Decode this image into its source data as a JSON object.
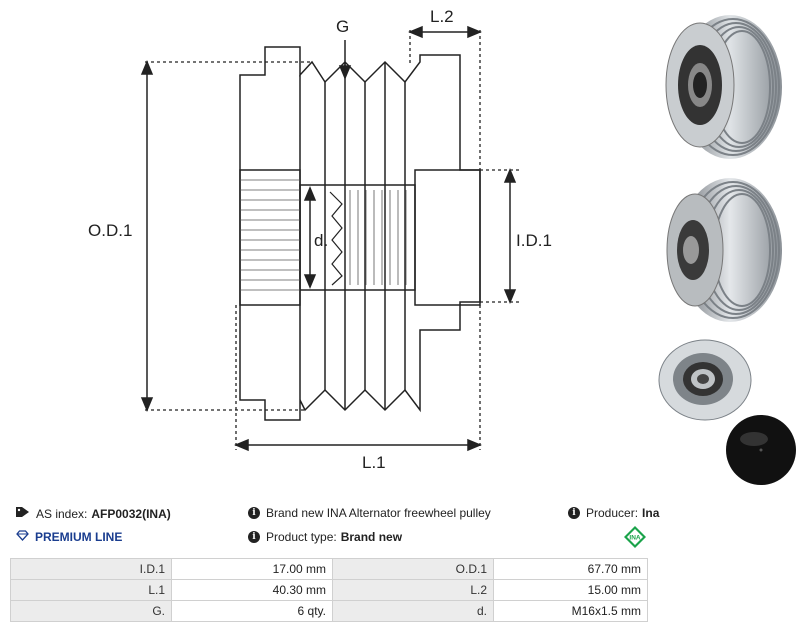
{
  "drawing": {
    "labels": {
      "G": "G",
      "L2": "L.2",
      "OD1": "O.D.1",
      "d": "d.",
      "ID1": "I.D.1",
      "L1": "L.1"
    }
  },
  "info": {
    "as_index_label": "AS index:",
    "as_index_value": "AFP0032(INA)",
    "description": "Brand new INA Alternator freewheel pulley",
    "producer_label": "Producer:",
    "producer_value": "Ina",
    "premium": "PREMIUM LINE",
    "product_type_label": "Product type:",
    "product_type_value": "Brand new",
    "brand_logo_text": "INA"
  },
  "specs": [
    {
      "k1": "I.D.1",
      "v1": "17.00 mm",
      "k2": "O.D.1",
      "v2": "67.70 mm"
    },
    {
      "k1": "L.1",
      "v1": "40.30 mm",
      "k2": "L.2",
      "v2": "15.00 mm"
    },
    {
      "k1": "G.",
      "v1": "6 qty.",
      "k2": "d.",
      "v2": "M16x1.5 mm"
    }
  ],
  "colors": {
    "premium": "#1a3d8f",
    "ina_logo": "#1aa34a",
    "line": "#222222"
  }
}
